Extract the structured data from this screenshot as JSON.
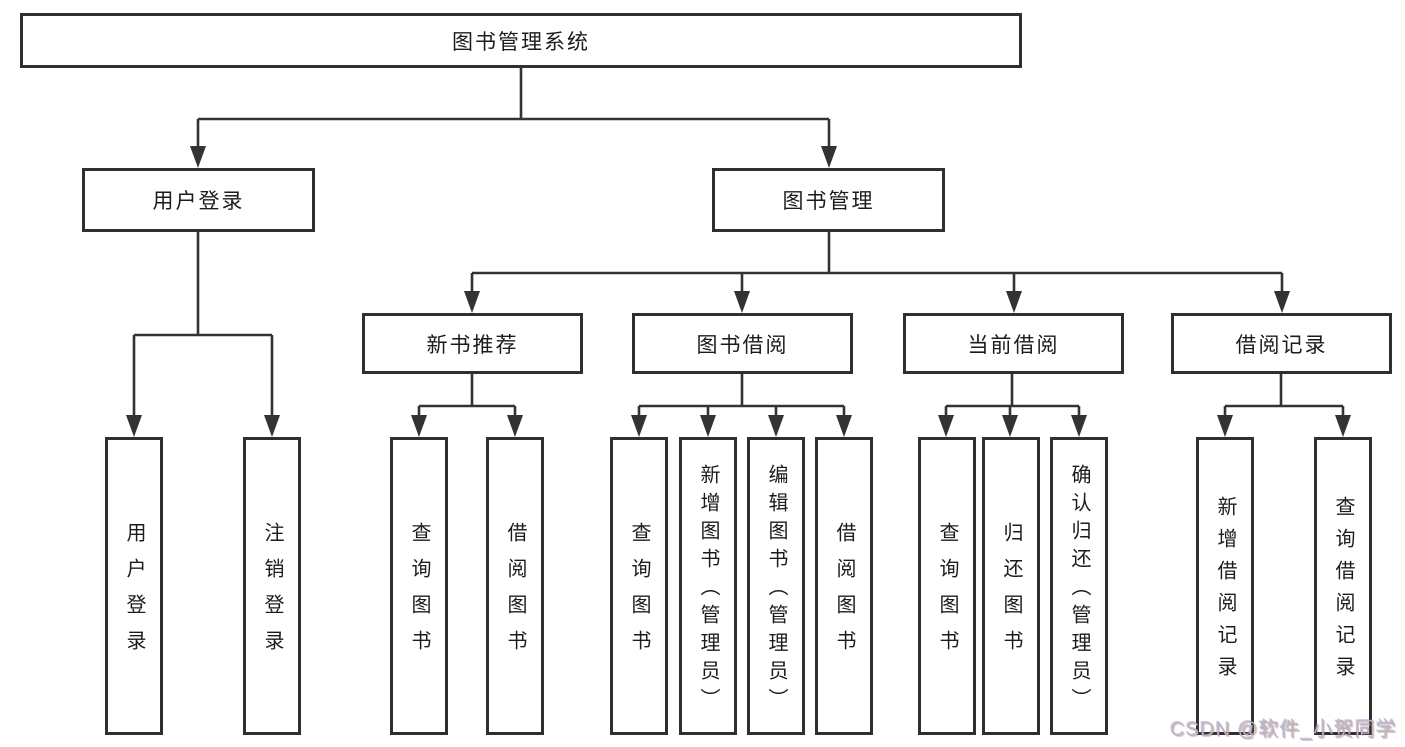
{
  "root": {
    "label": "图书管理系统"
  },
  "level2": [
    {
      "label": "用户登录"
    },
    {
      "label": "图书管理"
    }
  ],
  "level3": [
    {
      "label": "新书推荐"
    },
    {
      "label": "图书借阅"
    },
    {
      "label": "当前借阅"
    },
    {
      "label": "借阅记录"
    }
  ],
  "leaves": [
    {
      "label": "用户登录"
    },
    {
      "label": "注销登录"
    },
    {
      "label": "查询图书"
    },
    {
      "label": "借阅图书"
    },
    {
      "label": "查询图书"
    },
    {
      "label": "新增图书（管理员）"
    },
    {
      "label": "编辑图书（管理员）"
    },
    {
      "label": "借阅图书"
    },
    {
      "label": "查询图书"
    },
    {
      "label": "归还图书"
    },
    {
      "label": "确认归还（管理员）"
    },
    {
      "label": "新增借阅记录"
    },
    {
      "label": "查询借阅记录"
    }
  ],
  "watermark": "CSDN @软件_小贺同学",
  "colors": {
    "line": "#333333",
    "border": "#2f2f2f",
    "text": "#1c1c1c",
    "watermark": "#b9b9b9",
    "background": "#ffffff"
  }
}
